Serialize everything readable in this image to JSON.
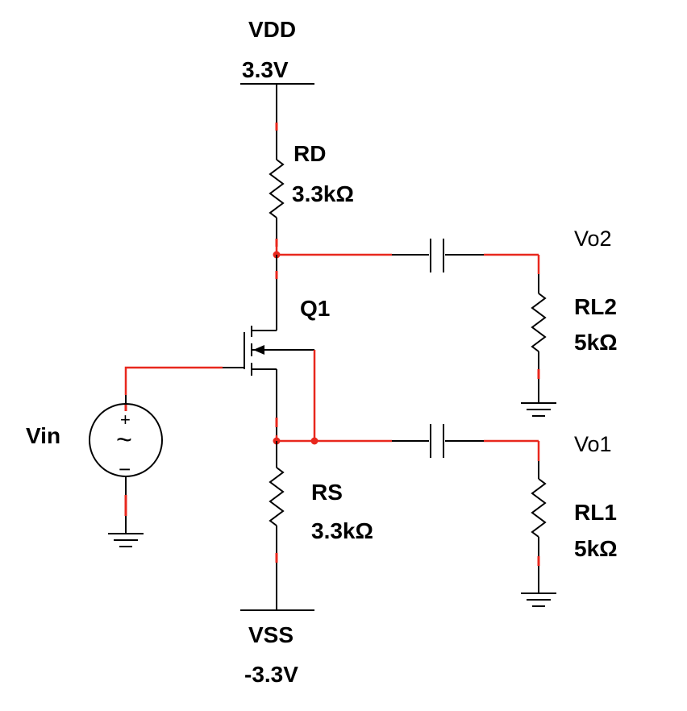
{
  "colors": {
    "wire": "#e8281e",
    "component": "#000000",
    "background": "#ffffff"
  },
  "supply": {
    "vdd": {
      "name": "VDD",
      "value": "3.3V"
    },
    "vss": {
      "name": "VSS",
      "value": "-3.3V"
    }
  },
  "components": {
    "rd": {
      "name": "RD",
      "value": "3.3kΩ"
    },
    "rs": {
      "name": "RS",
      "value": "3.3kΩ"
    },
    "q1": {
      "name": "Q1"
    },
    "vin": {
      "name": "Vin",
      "plus": "+",
      "minus": "−",
      "symbol": "~"
    },
    "rl1": {
      "name": "RL1",
      "value": "5kΩ"
    },
    "rl2": {
      "name": "RL2",
      "value": "5kΩ"
    }
  },
  "nodes": {
    "vo1": "Vo1",
    "vo2": "Vo2"
  }
}
